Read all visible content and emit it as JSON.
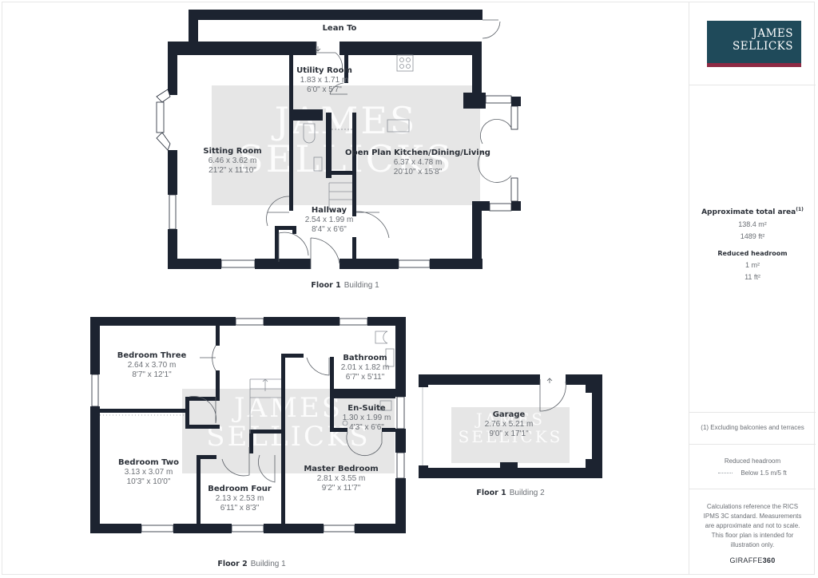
{
  "brand": {
    "logo_line1": "JAMES",
    "logo_line2": "SELLICKS",
    "logo_bg_color": "#1f4a5a",
    "logo_stripe_color": "#8e2a44",
    "watermark_line1": "JAMES",
    "watermark_line2": "SELLICKS"
  },
  "colors": {
    "wall": "#1c2330",
    "text_primary": "#2b3038",
    "text_secondary": "#6b6f75"
  },
  "floors": [
    {
      "caption_floor": "Floor 1",
      "caption_building": "Building 1",
      "rooms": [
        {
          "name": "Lean To",
          "metric": "",
          "imperial": ""
        },
        {
          "name": "Utility Room",
          "metric": "1.83 x 1.71 m",
          "imperial": "6'0\" x 5'7\""
        },
        {
          "name": "Sitting Room",
          "metric": "6.46 x 3.62 m",
          "imperial": "21'2\" x 11'10\""
        },
        {
          "name": "Open Plan Kitchen/Dining/Living",
          "metric": "6.37 x 4.78 m",
          "imperial": "20'10\" x 15'8\""
        },
        {
          "name": "Hallway",
          "metric": "2.54 x 1.99 m",
          "imperial": "8'4\" x 6'6\""
        }
      ]
    },
    {
      "caption_floor": "Floor 2",
      "caption_building": "Building 1",
      "rooms": [
        {
          "name": "Bedroom Three",
          "metric": "2.64 x 3.70 m",
          "imperial": "8'7\" x 12'1\""
        },
        {
          "name": "Bathroom",
          "metric": "2.01 x 1.82 m",
          "imperial": "6'7\" x 5'11\""
        },
        {
          "name": "En-Suite",
          "metric": "1.30 x 1.99 m",
          "imperial": "4'3\" x 6'6\""
        },
        {
          "name": "Bedroom Two",
          "metric": "3.13 x 3.07 m",
          "imperial": "10'3\" x 10'0\""
        },
        {
          "name": "Bedroom Four",
          "metric": "2.13 x 2.53 m",
          "imperial": "6'11\" x 8'3\""
        },
        {
          "name": "Master Bedroom",
          "metric": "2.81 x 3.55 m",
          "imperial": "9'2\" x 11'7\""
        }
      ]
    },
    {
      "caption_floor": "Floor 1",
      "caption_building": "Building 2",
      "rooms": [
        {
          "name": "Garage",
          "metric": "2.76 x 5.21 m",
          "imperial": "9'0\" x 17'1\""
        }
      ]
    }
  ],
  "sidebar": {
    "area_title": "Approximate total area",
    "area_footnote_marker": "(1)",
    "area_m2": "138.4 m²",
    "area_ft2": "1489 ft²",
    "reduced_headroom_title": "Reduced headroom",
    "reduced_m2": "1 m²",
    "reduced_ft2": "11 ft²",
    "footnote": "(1) Excluding balconies and terraces",
    "legend_title": "Reduced headroom",
    "legend_text": "Below 1.5 m/5 ft",
    "disclaimer": "Calculations reference the RICS IPMS 3C standard. Measurements are approximate and not to scale. This floor plan is intended for illustration only.",
    "credit_light": "GIRAFFE",
    "credit_bold": "360"
  }
}
